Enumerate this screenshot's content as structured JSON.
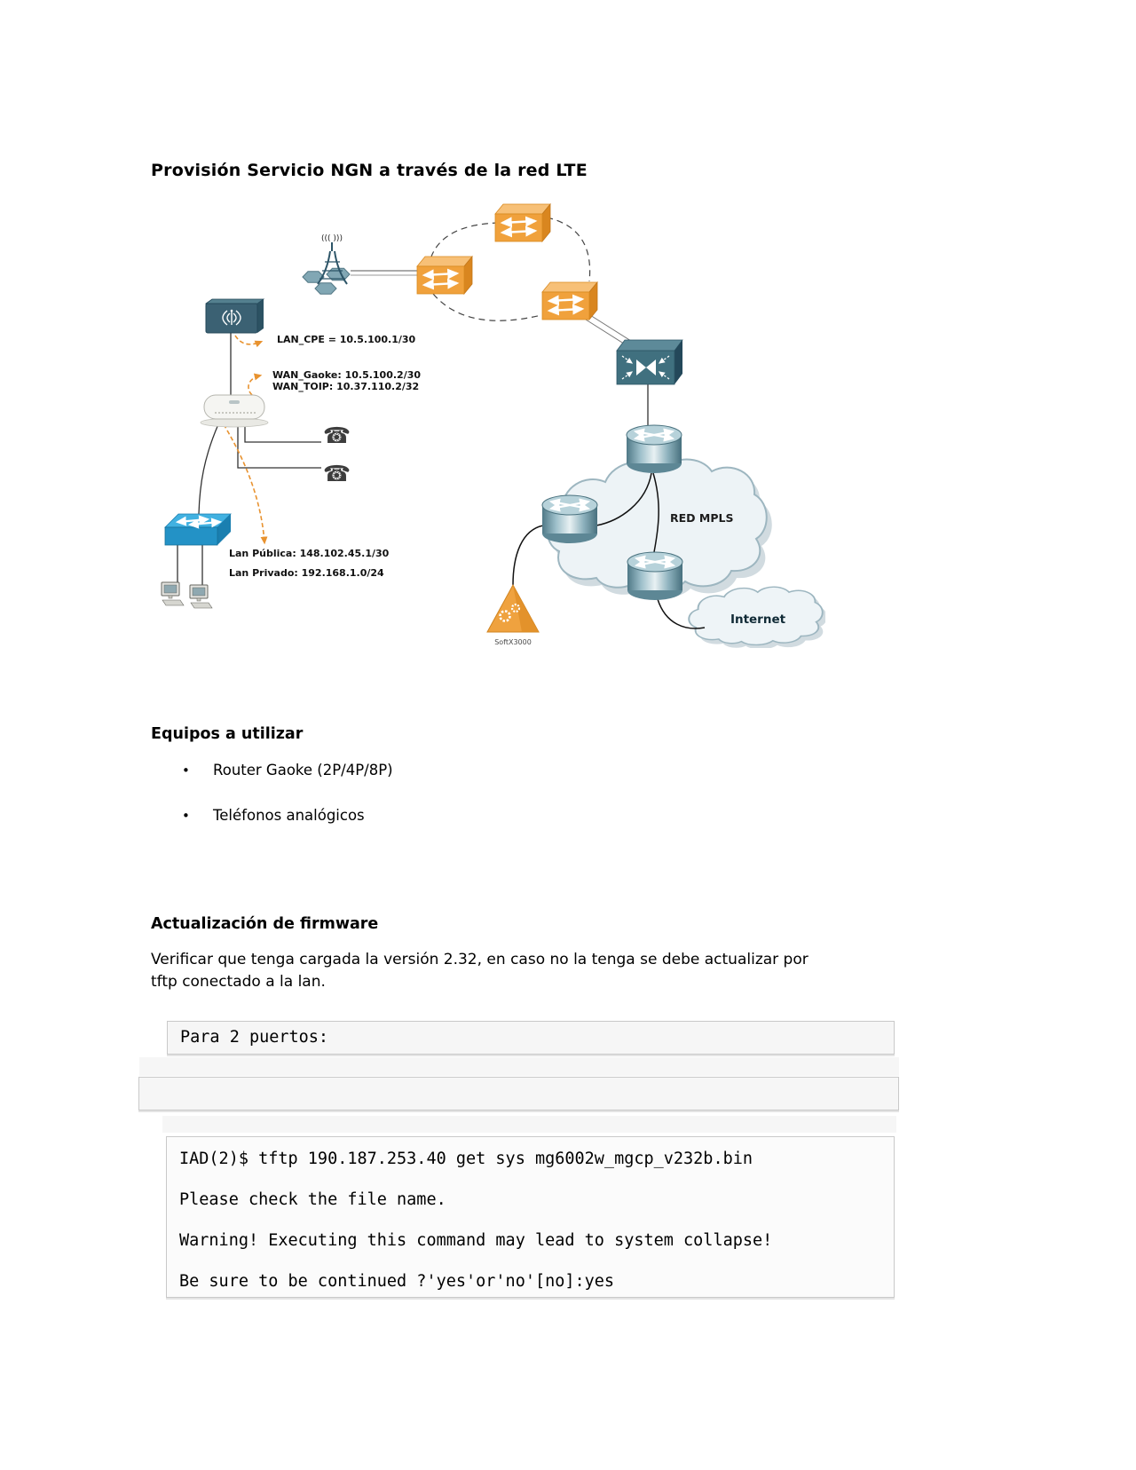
{
  "page": {
    "title": "Provisión Servicio NGN a través de la red LTE"
  },
  "diagram": {
    "antenna_waves": "((( )))",
    "lan_cpe_label": "LAN_CPE = 10.5.100.1/30",
    "wan_gaoke_label": "WAN_Gaoke: 10.5.100.2/30",
    "wan_toip_label": "WAN_TOIP: 10.37.110.2/32",
    "lan_publica_label": "Lan Pública: 148.102.45.1/30",
    "lan_privado_label": "Lan Privado: 192.168.1.0/24",
    "mpls_label": "RED MPLS",
    "internet_label": "Internet",
    "softswitch_label": "SoftX3000"
  },
  "equipment": {
    "heading": "Equipos a utilizar",
    "bullet_glyph": "•",
    "items": [
      "Router Gaoke (2P/4P/8P)",
      "Teléfonos analógicos"
    ]
  },
  "firmware": {
    "heading": "Actualización de firmware",
    "paragraph_lines": [
      "Verificar que tenga cargada la versión 2.32, en caso no la tenga se debe actualizar por",
      "tftp conectado a la lan."
    ],
    "code_intro": "Para 2 puertos:",
    "terminal_lines": [
      "IAD(2)$ tftp 190.187.253.40 get sys mg6002w_mgcp_v232b.bin",
      "Please check the file name.",
      "Warning! Executing this command may lead to system collapse!",
      "Be sure to be continued ?'yes'or'no'[no]:yes"
    ]
  },
  "colors": {
    "device_orange": "#F0A13C",
    "device_teal": "#3D6879",
    "switch_blue": "#2392C6",
    "cloud_fill": "#EDF3F6",
    "arrow_orange": "#E8922F"
  }
}
